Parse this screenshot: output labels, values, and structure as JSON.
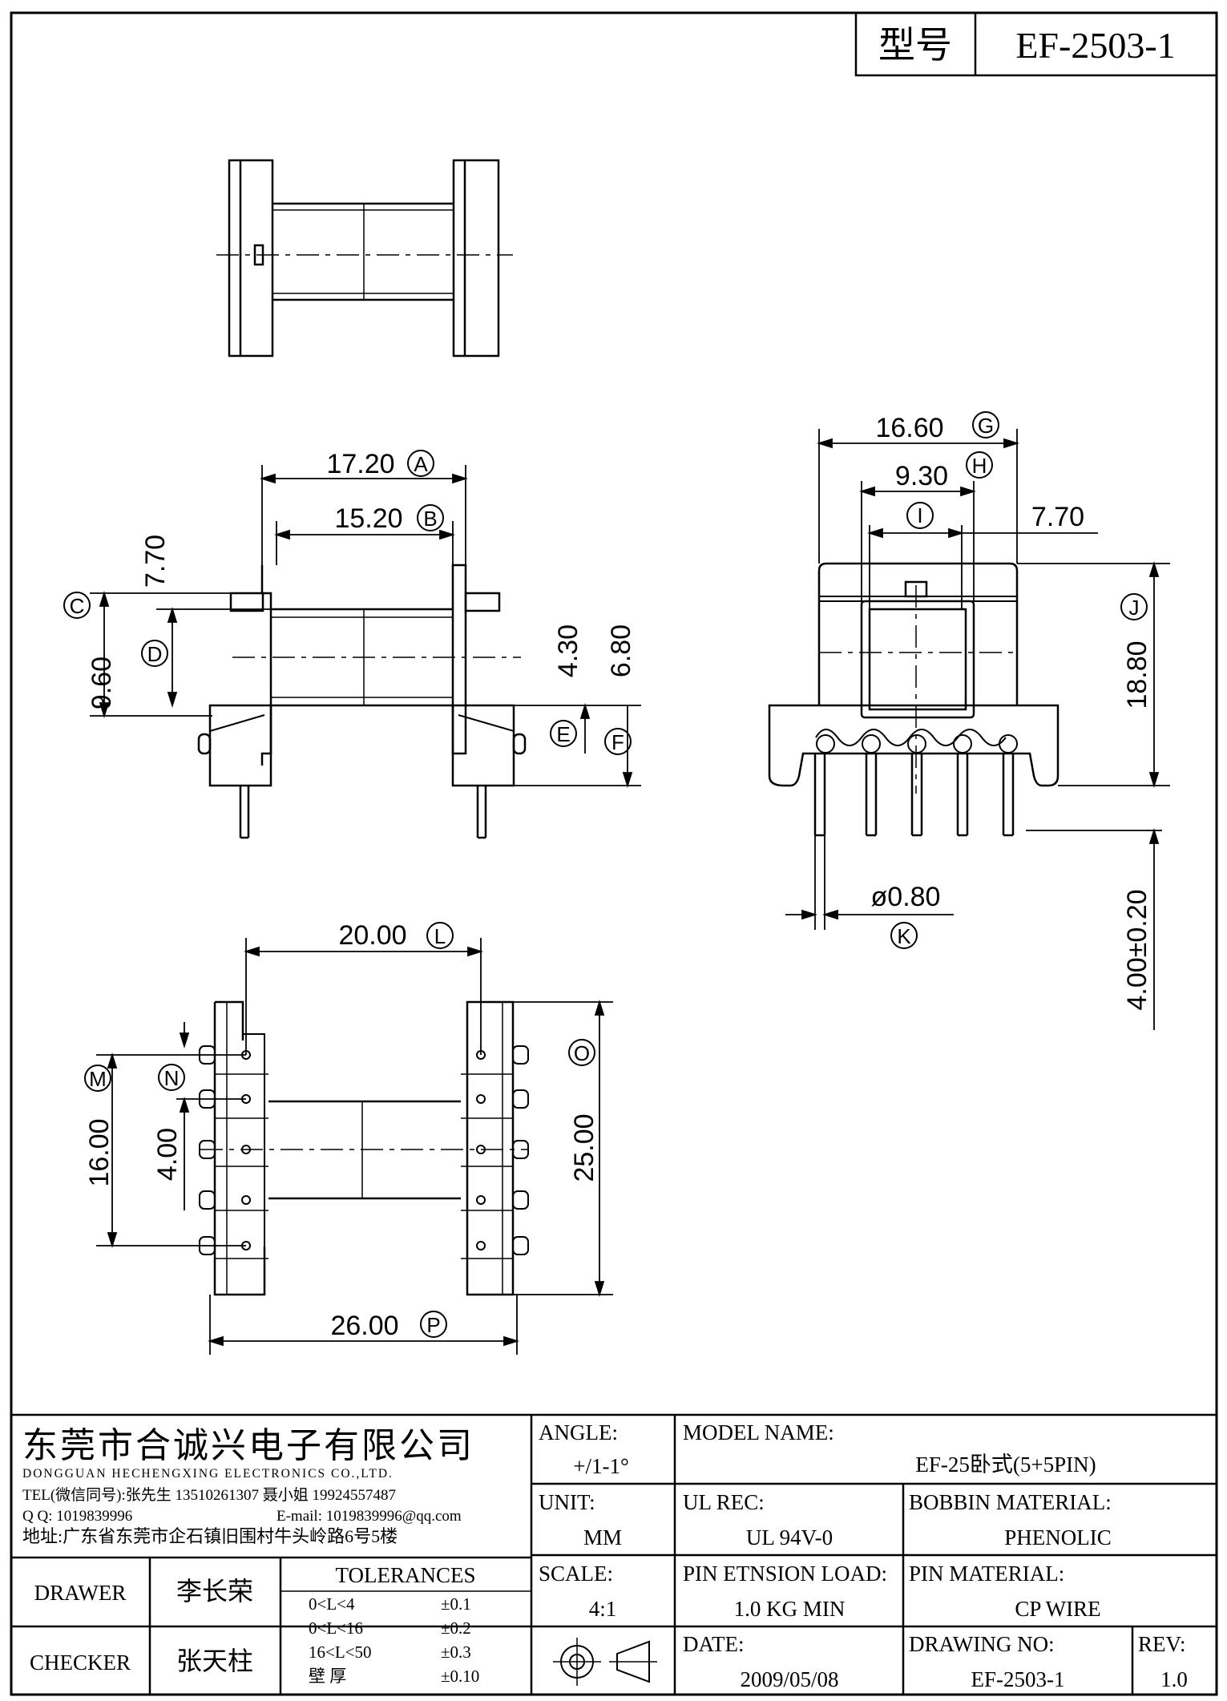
{
  "header": {
    "model_label": "型号",
    "model_value": "EF-2503-1"
  },
  "dims": {
    "A": "17.20",
    "B": "15.20",
    "C": "9.60",
    "D": "7.70",
    "E": "4.30",
    "F": "6.80",
    "G": "16.60",
    "H": "9.30",
    "I": "7.70",
    "J": "18.80",
    "K": "ø0.80",
    "pin_len": "4.00±0.20",
    "L": "20.00",
    "M": "16.00",
    "N": "4.00",
    "O": "25.00",
    "P": "26.00"
  },
  "markers": [
    "A",
    "B",
    "C",
    "D",
    "E",
    "F",
    "G",
    "H",
    "I",
    "J",
    "K",
    "L",
    "M",
    "N",
    "O",
    "P"
  ],
  "company": {
    "name_cn": "东莞市合诚兴电子有限公司",
    "name_en": "DONGGUAN HECHENGXING ELECTRONICS CO.,LTD.",
    "tel": "TEL(微信同号):张先生 13510261307 聂小姐 19924557487",
    "qq_label": "Q Q: 1019839996",
    "email": "E-mail: 1019839996@qq.com",
    "address": "地址:广东省东莞市企石镇旧围村牛头岭路6号5楼"
  },
  "title_block": {
    "angle_label": "ANGLE:",
    "angle_value": "+/1-1°",
    "unit_label": "UNIT:",
    "unit_value": "MM",
    "scale_label": "SCALE:",
    "scale_value": "4:1",
    "model_name_label": "MODEL NAME:",
    "model_name_value": "EF-25卧式(5+5PIN)",
    "ul_label": "UL REC:",
    "ul_value": "UL 94V-0",
    "bobbin_label": "BOBBIN MATERIAL:",
    "bobbin_value": "PHENOLIC",
    "pin_load_label": "PIN ETNSION LOAD:",
    "pin_load_value": "1.0 KG MIN",
    "pin_material_label": "PIN MATERIAL:",
    "pin_material_value": "CP WIRE",
    "date_label": "DATE:",
    "date_value": "2009/05/08",
    "drawing_no_label": "DRAWING NO:",
    "drawing_no_value": "EF-2503-1",
    "rev_label": "REV:",
    "rev_value": "1.0",
    "drawer_label": "DRAWER",
    "drawer_value": "李长荣",
    "checker_label": "CHECKER",
    "checker_value": "张天柱",
    "tolerances_label": "TOLERANCES",
    "tolerances": [
      {
        "range": "0<L<4",
        "value": "±0.1"
      },
      {
        "range": "0<L<16",
        "value": "±0.2"
      },
      {
        "range": "16<L<50",
        "value": "±0.3"
      },
      {
        "range": "壁    厚",
        "value": "±0.10"
      }
    ]
  }
}
